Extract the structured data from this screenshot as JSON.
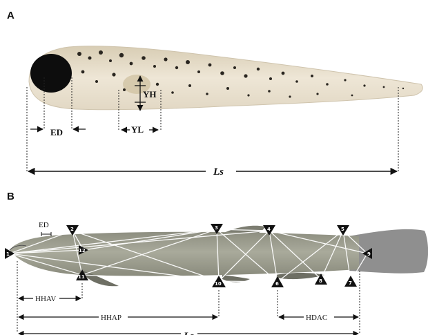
{
  "panels": {
    "a": {
      "label": "A",
      "measures": {
        "ed": "ED",
        "yh": "YH",
        "yl": "YL",
        "ls": "Ls"
      }
    },
    "b": {
      "label": "B",
      "measures": {
        "ed": "ED",
        "hhav": "HHAV",
        "hhap": "HHAP",
        "hdac": "HDAC",
        "ls": "Ls"
      },
      "landmarks": [
        "1",
        "2",
        "3",
        "4",
        "5",
        "6",
        "7",
        "8",
        "9",
        "10",
        "11",
        "12"
      ]
    }
  }
}
